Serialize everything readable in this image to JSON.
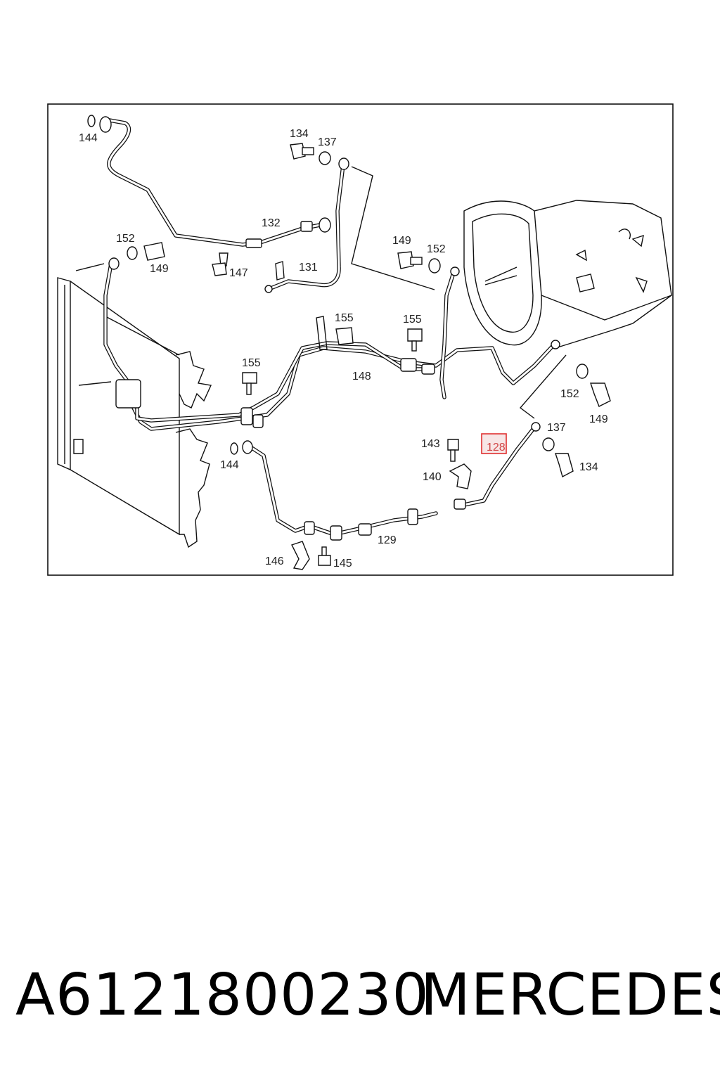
{
  "diagram": {
    "labels": {
      "l144a": "144",
      "l134a": "134",
      "l137a": "137",
      "l132": "132",
      "l152a": "152",
      "l149a": "149",
      "l147": "147",
      "l131": "131",
      "l149b": "149",
      "l152b": "152",
      "l155a": "155",
      "l155b": "155",
      "l155c": "155",
      "l148": "148",
      "l152c": "152",
      "l149c": "149",
      "l137b": "137",
      "l134b": "134",
      "l143": "143",
      "l128": "128",
      "l140": "140",
      "l144b": "144",
      "l129": "129",
      "l146": "146",
      "l145": "145"
    },
    "highlight_color": "#e03030"
  },
  "caption": {
    "part_number": "A6121800230",
    "brand": "MERCEDES"
  }
}
